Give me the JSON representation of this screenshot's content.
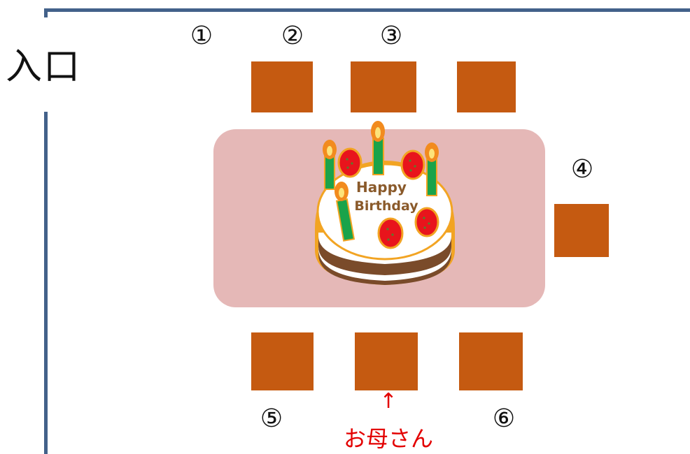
{
  "entrance_label": "入口",
  "seat_numbers": [
    "①",
    "②",
    "③",
    "④",
    "⑤",
    "⑥"
  ],
  "cake": {
    "line1": "Happy",
    "line2": "Birthday"
  },
  "mother": {
    "arrow": "↑",
    "label": "お母さん"
  },
  "colors": {
    "wall": "#43618a",
    "chair": "#c55a11",
    "table": "#e5b8b7",
    "annotation": "#e30000"
  }
}
